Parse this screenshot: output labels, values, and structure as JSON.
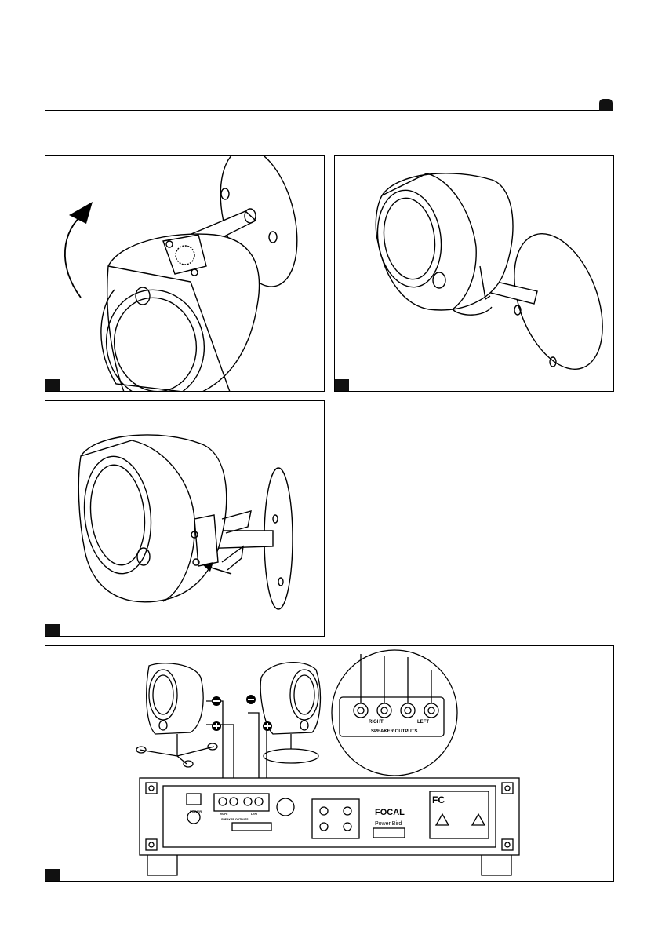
{
  "panel4": {
    "zoom_labels": {
      "right": "RIGHT",
      "left": "LEFT",
      "speaker_outputs": "SPEAKER OUTPUTS"
    },
    "amp_labels": {
      "brand": "FOCAL",
      "model": "Power Bird",
      "fcc": "FC",
      "power": "POWER",
      "speaker_outputs": "SPEAKER OUTPUTS",
      "right": "RIGHT",
      "left": "LEFT"
    }
  },
  "icons": [
    "section-tab-icon",
    "figure-marker-icon",
    "arrow-icon",
    "polarity-minus-icon",
    "polarity-plus-icon"
  ],
  "colors": {
    "ink": "#000000",
    "marker": "#111111"
  }
}
